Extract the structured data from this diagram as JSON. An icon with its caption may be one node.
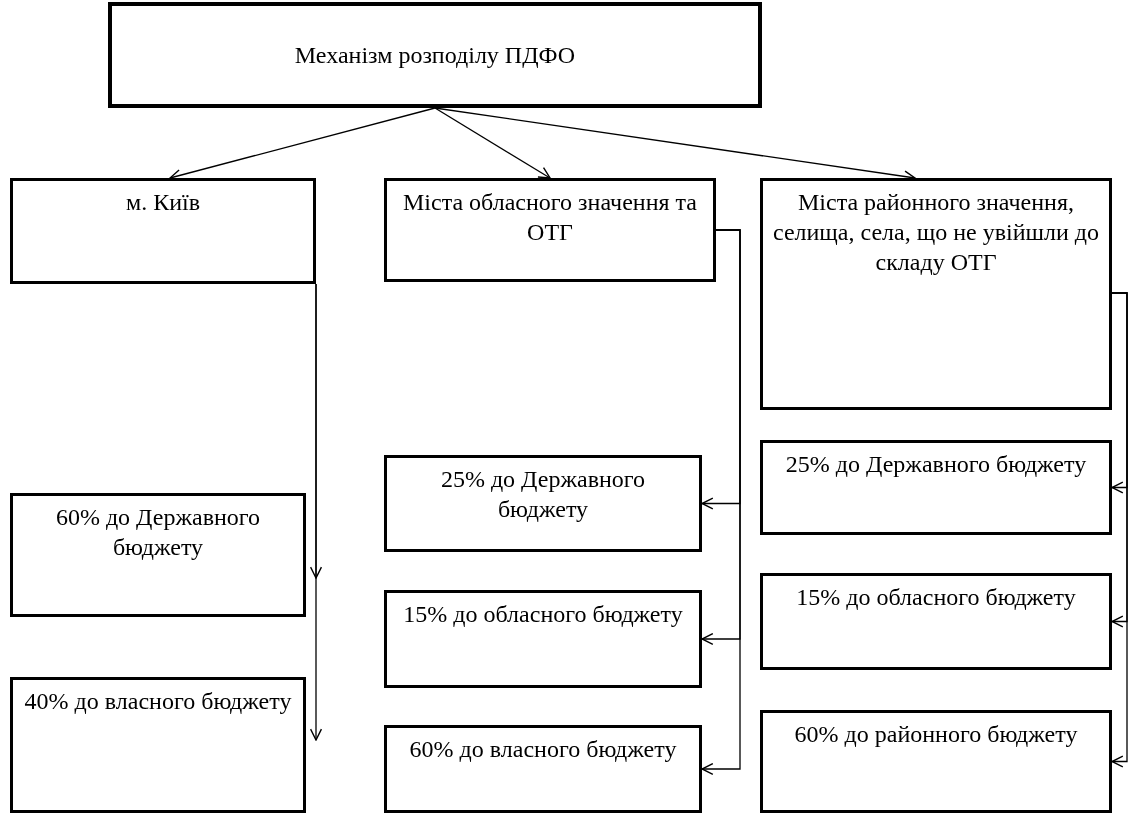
{
  "diagram": {
    "nodes": [
      {
        "text": [
          "Механізм розподілу ПДФО"
        ]
      },
      {
        "text": [
          "м. Київ"
        ]
      },
      {
        "text": [
          "Міста обласного значення та ОТГ"
        ]
      },
      {
        "text": [
          "Міста районного значення, селища, села, що не увійшли до складу ОТГ"
        ]
      },
      {
        "text": [
          "60% до Державного бюджету"
        ]
      },
      {
        "text": [
          "40% до власного бюджету"
        ]
      },
      {
        "text": [
          "25% до Державного бюджету"
        ]
      },
      {
        "text": [
          "15% до обласного бюджету"
        ]
      },
      {
        "text": [
          "60% до власного бюджету"
        ]
      },
      {
        "text": [
          "25% до Державного бюджету"
        ]
      },
      {
        "text": [
          "15% до обласного бюджету"
        ]
      },
      {
        "text": [
          "60% до районного бюджету"
        ]
      }
    ],
    "edges": [
      {
        "from": 0,
        "to": 1,
        "arrow": "to"
      },
      {
        "from": 0,
        "to": 2,
        "arrow": "to"
      },
      {
        "from": 0,
        "to": 3,
        "arrow": "to"
      },
      {
        "from": 1,
        "to": 4,
        "arrow": "to"
      },
      {
        "from": 1,
        "to": 5,
        "arrow": "to"
      },
      {
        "from": 2,
        "to": 6,
        "arrow": "to"
      },
      {
        "from": 2,
        "to": 7,
        "arrow": "to"
      },
      {
        "from": 2,
        "to": 8,
        "arrow": "to"
      },
      {
        "from": 3,
        "to": 9,
        "arrow": "to"
      },
      {
        "from": 3,
        "to": 10,
        "arrow": "to"
      },
      {
        "from": 3,
        "to": 11,
        "arrow": "to"
      }
    ]
  }
}
